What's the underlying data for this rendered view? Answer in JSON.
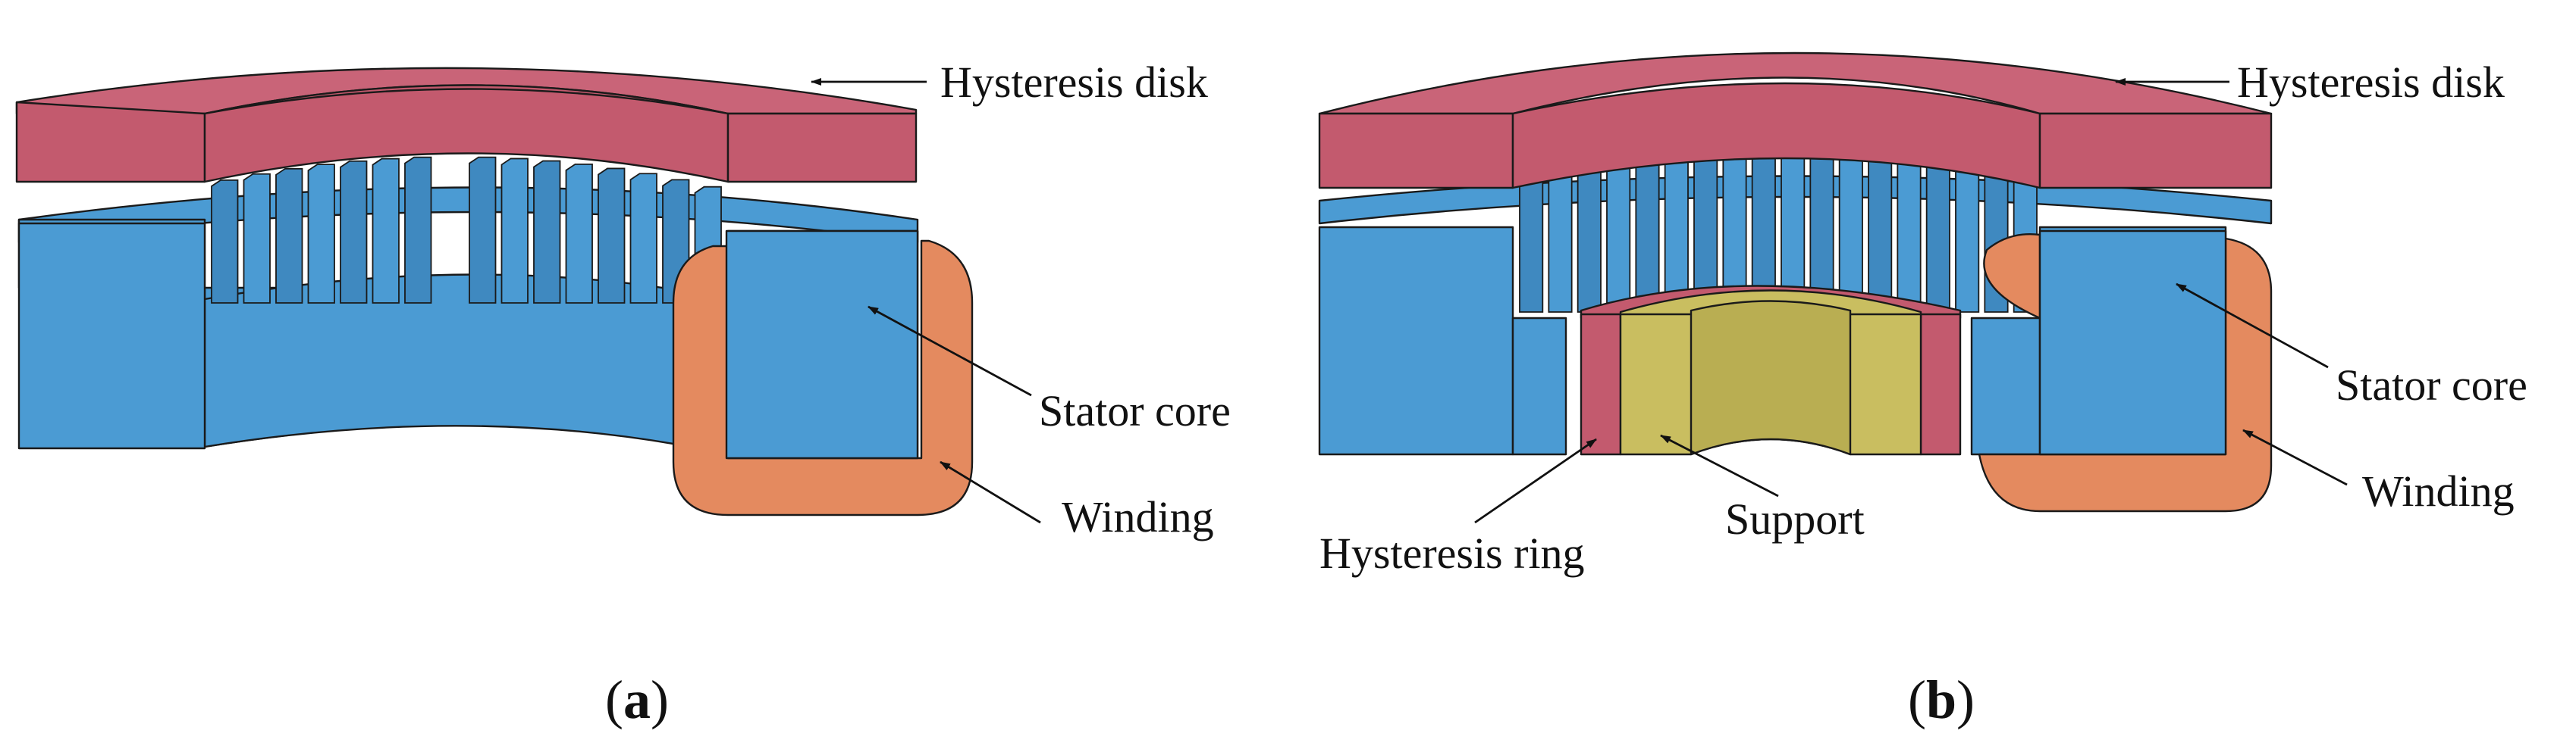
{
  "colors": {
    "hysteresis": "#C35A6E",
    "hysteresis_top": "#C96478",
    "stator": "#4B9BD3",
    "stator_dark": "#3F89C0",
    "winding": "#E48A5F",
    "support": "#C9BE60",
    "support_dark": "#B9AE52",
    "outline": "#1A1A1A"
  },
  "panel_a": {
    "caption": {
      "open": "(",
      "letter": "a",
      "close": ")"
    },
    "labels": {
      "hysteresis_disk": "Hysteresis disk",
      "stator_core": "Stator core",
      "winding": "Winding"
    }
  },
  "panel_b": {
    "caption": {
      "open": "(",
      "letter": "b",
      "close": ")"
    },
    "labels": {
      "hysteresis_disk": "Hysteresis disk",
      "stator_core": "Stator core",
      "winding": "Winding",
      "hysteresis_ring": "Hysteresis ring",
      "support": "Support"
    }
  }
}
